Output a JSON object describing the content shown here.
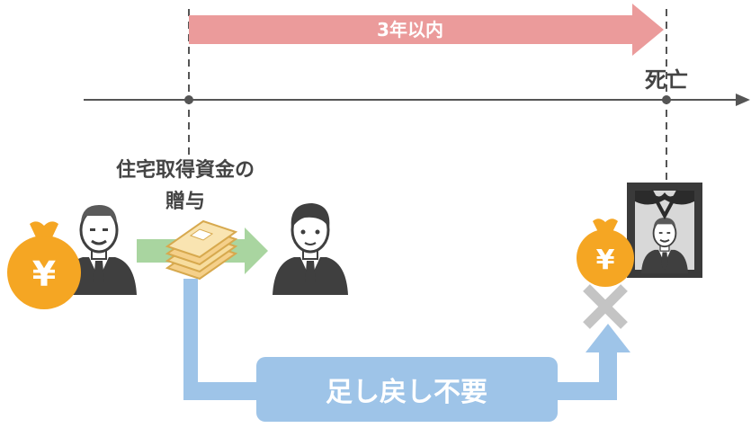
{
  "timeline": {
    "period_label": "3年以内",
    "death_label": "死亡"
  },
  "gift": {
    "label_line1": "住宅取得資金の",
    "label_line2": "贈与"
  },
  "result": {
    "label": "足し戻し不要"
  },
  "money_bag_symbol": "¥",
  "colors": {
    "period_arrow": "#eb9b9b",
    "gift_arrow": "#a9d5a0",
    "flow_arrow": "#9ec4e8",
    "money_bag": "#f5a623",
    "person": "#3f3f3f",
    "cross": "#c4c4c4",
    "timeline": "#555555",
    "text": "#444444"
  },
  "icons": [
    "money-bag-icon",
    "elderly-man-icon",
    "cash-bundle-icon",
    "young-man-icon",
    "memorial-portrait-icon",
    "cross-mark-icon"
  ]
}
